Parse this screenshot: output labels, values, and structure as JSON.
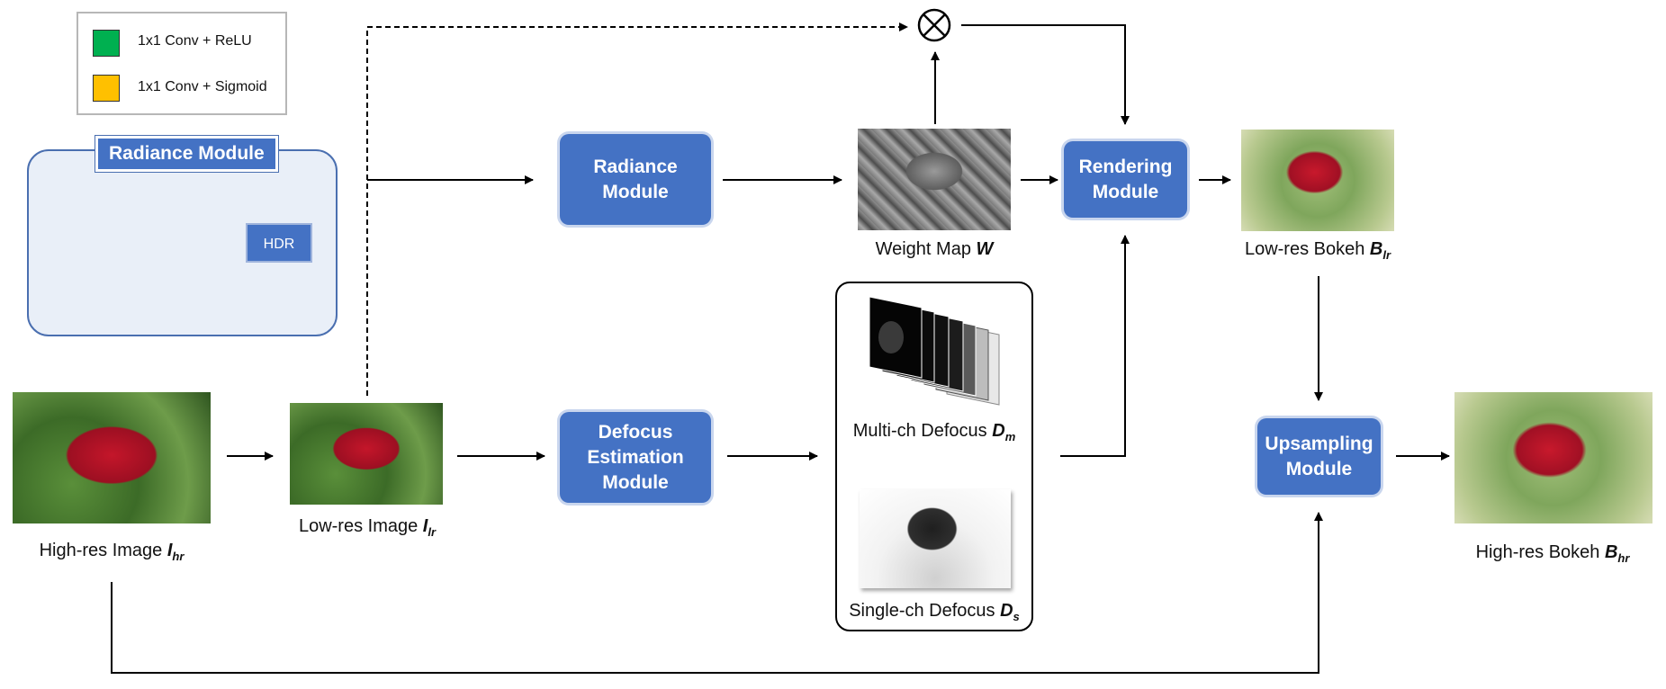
{
  "legend": {
    "items": [
      {
        "label": "1x1 Conv + ReLU",
        "color": "#00b050"
      },
      {
        "label": "1x1 Conv + Sigmoid",
        "color": "#ffc000"
      }
    ]
  },
  "inset": {
    "title": "Radiance Module",
    "hdr_label": "HDR"
  },
  "modules": {
    "radiance": [
      "Radiance",
      "Module"
    ],
    "defocus": [
      "Defocus",
      "Estimation",
      "Module"
    ],
    "rendering": [
      "Rendering",
      "Module"
    ],
    "upsampling": [
      "Upsampling",
      "Module"
    ]
  },
  "labels": {
    "high_res_image": {
      "text": "High-res Image ",
      "symbol": "I",
      "sub": "hr"
    },
    "low_res_image": {
      "text": "Low-res Image ",
      "symbol": "I",
      "sub": "lr"
    },
    "weight_map": {
      "text": "Weight Map ",
      "symbol": "W",
      "sub": ""
    },
    "multi_defocus": {
      "text": "Multi-ch Defocus ",
      "symbol": "D",
      "sub": "m"
    },
    "single_defocus": {
      "text": "Single-ch Defocus ",
      "symbol": "D",
      "sub": "s"
    },
    "low_res_bokeh": {
      "text": "Low-res Bokeh ",
      "symbol": "B",
      "sub": "lr"
    },
    "high_res_bokeh": {
      "text": "High-res Bokeh ",
      "symbol": "B",
      "sub": "hr"
    }
  },
  "colors": {
    "module_fill": "#4472c4",
    "inset_fill": "#e9eff8",
    "relu": "#00b050",
    "sigmoid": "#ffc000"
  }
}
